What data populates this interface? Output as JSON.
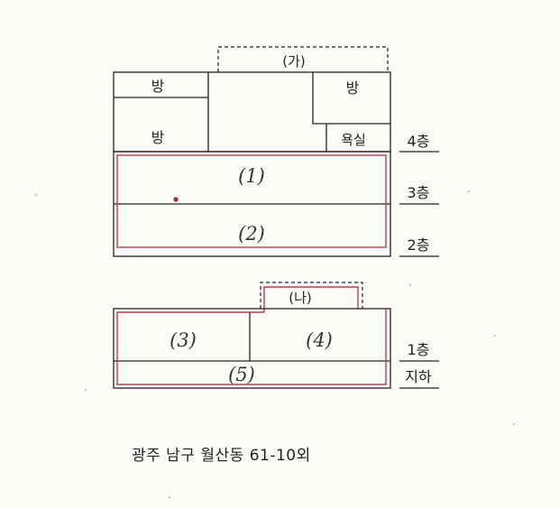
{
  "diagram": {
    "upper_annex": "(가)",
    "lower_annex": "(나)",
    "rooms": {
      "room_top_left": "방",
      "room_mid_left": "방",
      "room_top_right": "방",
      "bathroom": "욕실"
    },
    "units": {
      "u1": "(1)",
      "u2": "(2)",
      "u3": "(3)",
      "u4": "(4)",
      "u5": "(5)"
    },
    "floors": {
      "f4": "4층",
      "f3": "3층",
      "f2": "2층",
      "f1": "1층",
      "basement": "지하"
    },
    "colors": {
      "ink": "#222222",
      "marker": "#c0394f",
      "dot": "#a0302a"
    }
  },
  "caption": "광주 남구 월산동 61-10외"
}
